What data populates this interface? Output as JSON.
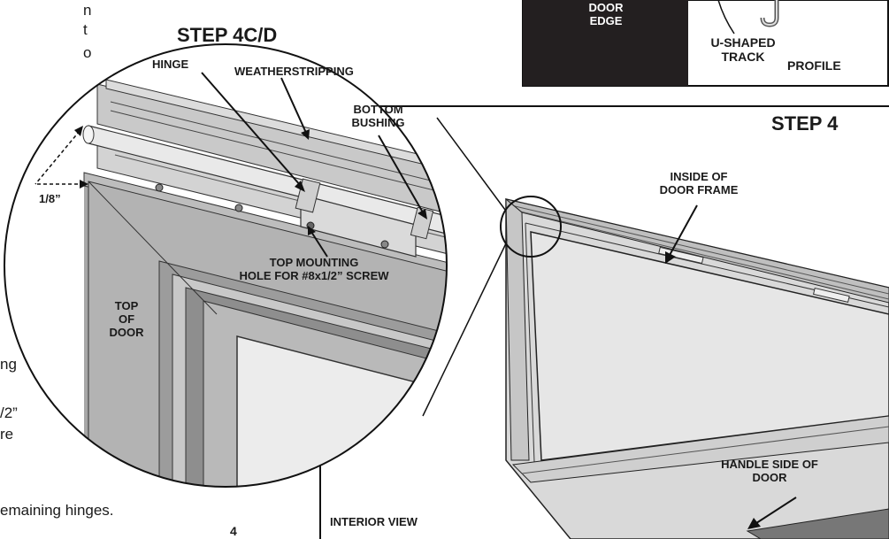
{
  "profile_box": {
    "door_edge": [
      "DOOR",
      "EDGE"
    ],
    "u_shaped_track": [
      "U-SHAPED",
      "TRACK"
    ],
    "profile": "PROFILE"
  },
  "detail": {
    "title": "STEP 4C/D",
    "hinge": "HINGE",
    "weatherstripping": "WEATHERSTRIPPING",
    "bottom_bushing": [
      "BOTTOM",
      "BUSHING"
    ],
    "gap": "1/8”",
    "top_mounting_hole": [
      "TOP MOUNTING",
      "HOLE FOR #8x1/2” SCREW"
    ],
    "top_of_door": [
      "TOP",
      "OF",
      "DOOR"
    ]
  },
  "step4": {
    "title": "STEP 4",
    "inside_frame": [
      "INSIDE OF",
      "DOOR FRAME"
    ],
    "handle_side": [
      "HANDLE SIDE OF",
      "DOOR"
    ],
    "interior_view": "INTERIOR VIEW"
  },
  "left_text": {
    "line1": "n",
    "line2": "t",
    "line3": "o",
    "line4": "ng",
    "line5": "/2”",
    "line6": "re",
    "line7": "emaining hinges."
  },
  "page_number": "4"
}
